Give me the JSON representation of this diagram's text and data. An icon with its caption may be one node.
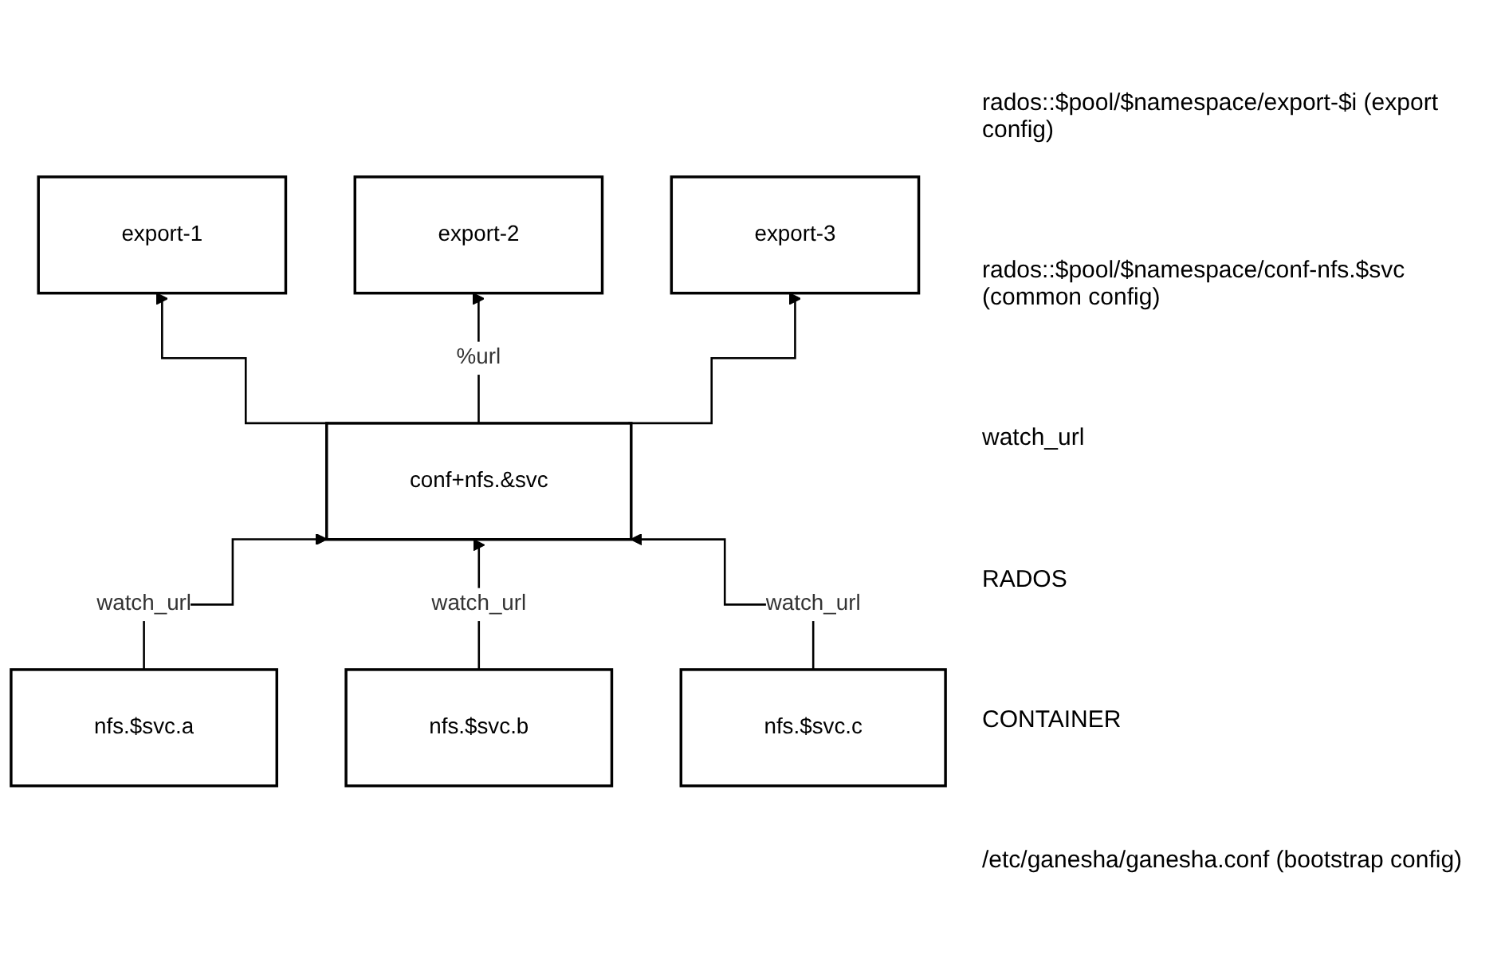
{
  "diagram": {
    "nodes": [
      {
        "text": [
          "export-1"
        ]
      },
      {
        "text": [
          "export-2"
        ]
      },
      {
        "text": [
          "export-3"
        ]
      },
      {
        "text": [
          "conf+nfs.&svc"
        ]
      },
      {
        "text": [
          "nfs.$svc.a"
        ]
      },
      {
        "text": [
          "nfs.$svc.b"
        ]
      },
      {
        "text": [
          "nfs.$svc.c"
        ]
      }
    ],
    "edges": [
      {
        "from": 3,
        "to": 0,
        "arrow": "to"
      },
      {
        "from": 3,
        "to": 1,
        "arrow": "to",
        "label": "%url"
      },
      {
        "from": 3,
        "to": 2,
        "arrow": "to"
      },
      {
        "from": 4,
        "to": 3,
        "arrow": "to",
        "label": "watch_url"
      },
      {
        "from": 5,
        "to": 3,
        "arrow": "to",
        "label": "watch_url"
      },
      {
        "from": 6,
        "to": 3,
        "arrow": "to",
        "label": "watch_url"
      }
    ],
    "labels": [
      "rados::$pool/$namespace/export-$i (export config)",
      "rados::$pool/$namespace/conf-nfs.$svc (common config)",
      "watch_url",
      "RADOS",
      "CONTAINER",
      "/etc/ganesha/ganesha.conf (bootstrap config)"
    ]
  }
}
